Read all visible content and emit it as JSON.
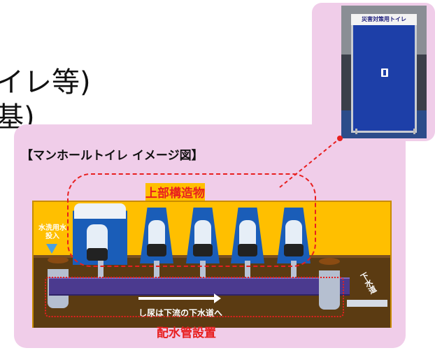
{
  "background_text": {
    "line1": "イレ等)",
    "line2": "基)"
  },
  "photo": {
    "sign": "災害対策用トイレ"
  },
  "diagram": {
    "title": "【マンホールトイレ イメージ図】",
    "upper_structure_label": "上部構造物",
    "pipe_label": "配水管設置",
    "water_inlet_label": "水洗用水投入",
    "sewer_label": "下水道",
    "flow_label": "し尿は下流の下水道へ"
  },
  "colors": {
    "panel": "#f0cde9",
    "diagram_bg": "#ffbf00",
    "ground": "#5b3b12",
    "pipe": "#4b3a8f",
    "highlight": "#e81f1f",
    "toilet": "#1a5db8"
  }
}
